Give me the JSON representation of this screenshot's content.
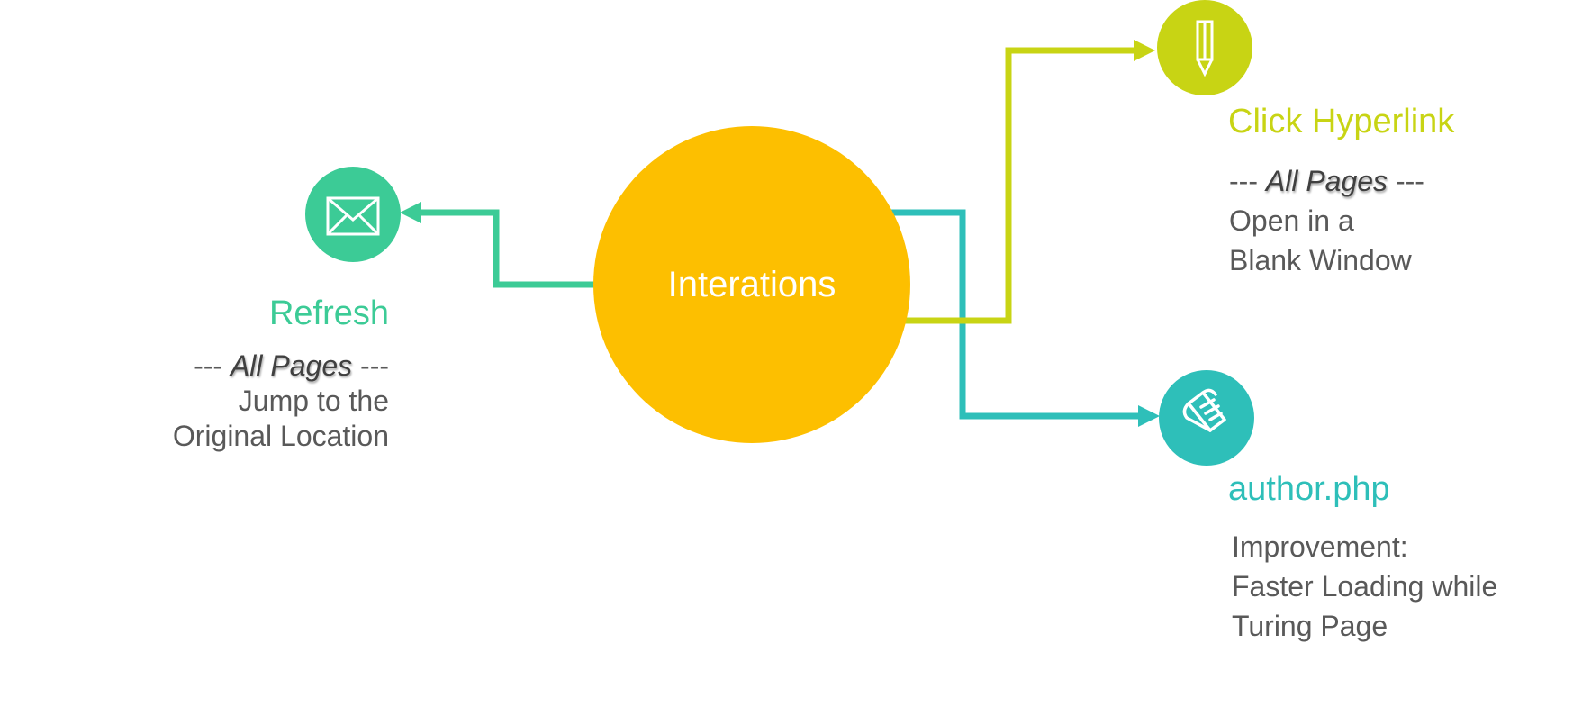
{
  "center": {
    "label": "Interations",
    "color": "#FDBF00"
  },
  "nodes": [
    {
      "id": "refresh",
      "title": "Refresh",
      "subtitle_prefix": "--- ",
      "subtitle": "All Pages",
      "subtitle_suffix": " ---",
      "lines": [
        "Jump to the",
        "Original Location"
      ],
      "icon": "envelope-icon",
      "color": "#3CCB96"
    },
    {
      "id": "click-hyperlink",
      "title": "Click Hyperlink",
      "subtitle_prefix": "--- ",
      "subtitle": "All Pages",
      "subtitle_suffix": " ---",
      "lines": [
        "Open in a",
        "Blank Window"
      ],
      "icon": "pencil-icon",
      "color": "#C8D414"
    },
    {
      "id": "author-php",
      "title": "author.php",
      "lines": [
        "Improvement:",
        "Faster Loading while",
        "Turing Page"
      ],
      "icon": "scroll-icon",
      "color": "#2EBFB9"
    }
  ]
}
